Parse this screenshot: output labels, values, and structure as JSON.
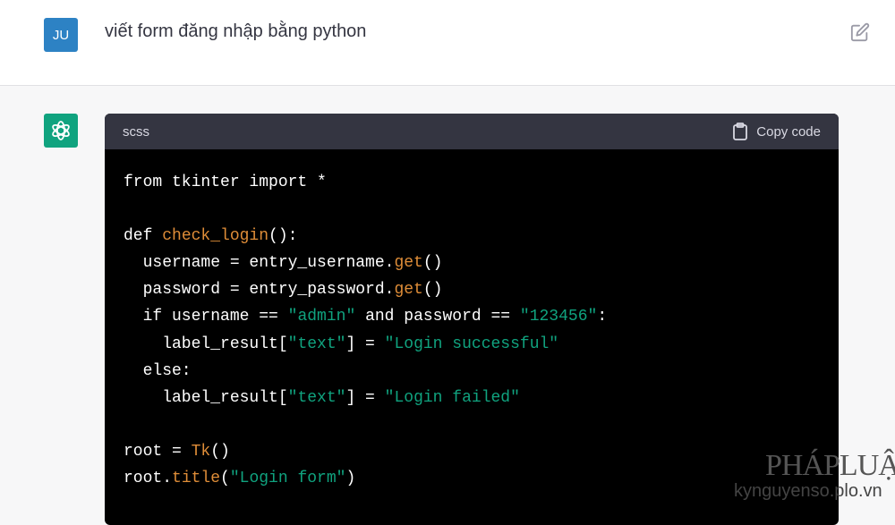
{
  "user": {
    "avatar": "JU",
    "prompt": "viết form đăng nhập bằng python"
  },
  "code_block": {
    "language": "scss",
    "copy_label": "Copy code",
    "lines": [
      [
        {
          "t": "from tkinter import *",
          "c": "plain"
        }
      ],
      [],
      [
        {
          "t": "def ",
          "c": "plain"
        },
        {
          "t": "check_login",
          "c": "fn"
        },
        {
          "t": "():",
          "c": "plain"
        }
      ],
      [
        {
          "t": "  username = entry_username.",
          "c": "plain"
        },
        {
          "t": "get",
          "c": "fn"
        },
        {
          "t": "()",
          "c": "plain"
        }
      ],
      [
        {
          "t": "  password = entry_password.",
          "c": "plain"
        },
        {
          "t": "get",
          "c": "fn"
        },
        {
          "t": "()",
          "c": "plain"
        }
      ],
      [
        {
          "t": "  if username == ",
          "c": "plain"
        },
        {
          "t": "\"admin\"",
          "c": "str"
        },
        {
          "t": " and password == ",
          "c": "plain"
        },
        {
          "t": "\"123456\"",
          "c": "str"
        },
        {
          "t": ":",
          "c": "plain"
        }
      ],
      [
        {
          "t": "    label_result[",
          "c": "plain"
        },
        {
          "t": "\"text\"",
          "c": "str"
        },
        {
          "t": "] = ",
          "c": "plain"
        },
        {
          "t": "\"Login successful\"",
          "c": "str"
        }
      ],
      [
        {
          "t": "  else:",
          "c": "plain"
        }
      ],
      [
        {
          "t": "    label_result[",
          "c": "plain"
        },
        {
          "t": "\"text\"",
          "c": "str"
        },
        {
          "t": "] = ",
          "c": "plain"
        },
        {
          "t": "\"Login failed\"",
          "c": "str"
        }
      ],
      [],
      [
        {
          "t": "root = ",
          "c": "plain"
        },
        {
          "t": "Tk",
          "c": "fn"
        },
        {
          "t": "()",
          "c": "plain"
        }
      ],
      [
        {
          "t": "root.",
          "c": "plain"
        },
        {
          "t": "title",
          "c": "fn"
        },
        {
          "t": "(",
          "c": "plain"
        },
        {
          "t": "\"Login form\"",
          "c": "str"
        },
        {
          "t": ")",
          "c": "plain"
        }
      ]
    ]
  },
  "colors": {
    "plain": "#ffffff",
    "fn": "#df8d38",
    "str": "#10a37f",
    "user_avatar": "#2d82c4",
    "bot_avatar": "#10a37f"
  },
  "watermark": {
    "logo": "PHÁPLUẬT",
    "url": "kynguyenso.plo.vn"
  }
}
